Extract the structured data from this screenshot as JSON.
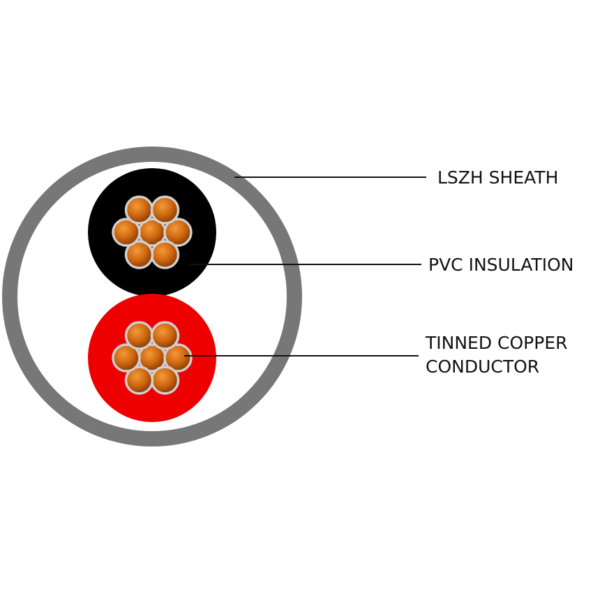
{
  "diagram": {
    "labels": {
      "sheath": "LSZH SHEATH",
      "insulation": "PVC INSULATION",
      "conductor_line1": "TINNED COPPER",
      "conductor_line2": "CONDUCTOR"
    },
    "colors": {
      "sheath": "#777777",
      "inner_fill": "#ffffff",
      "core_1_insulation": "#000000",
      "core_2_insulation": "#ee0000",
      "strand_outer": "#c8c8c8",
      "strand_fill": "#c8620f",
      "leader_line": "#111111"
    }
  }
}
